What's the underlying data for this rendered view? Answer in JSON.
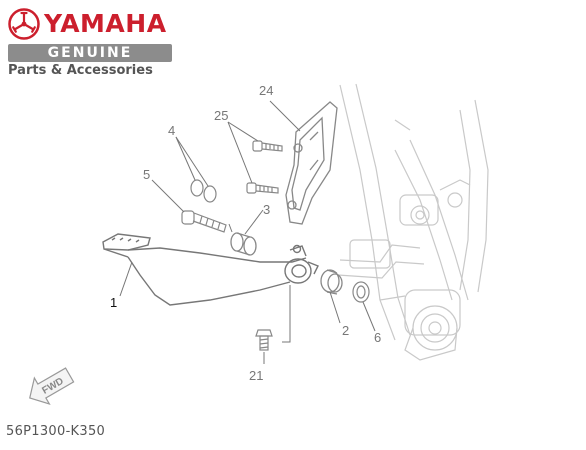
{
  "brand": {
    "wordmark": "YAMAHA",
    "genuine": "GENUINE",
    "tagline": "Parts & Accessories",
    "color_red": "#cc1f2d",
    "color_gray": "#8c8c8c"
  },
  "callouts": [
    {
      "id": "1",
      "label": "1"
    },
    {
      "id": "2",
      "label": "2"
    },
    {
      "id": "3",
      "label": "3"
    },
    {
      "id": "4",
      "label": "4"
    },
    {
      "id": "5",
      "label": "5"
    },
    {
      "id": "6",
      "label": "6"
    },
    {
      "id": "21",
      "label": "21"
    },
    {
      "id": "24",
      "label": "24"
    },
    {
      "id": "25",
      "label": "25"
    }
  ],
  "fwd_arrow": {
    "label": "FWD"
  },
  "part_code": "56P1300-K350",
  "icons": {
    "emblem": "tuning-fork-emblem-icon",
    "fwd": "forward-arrow-icon"
  }
}
